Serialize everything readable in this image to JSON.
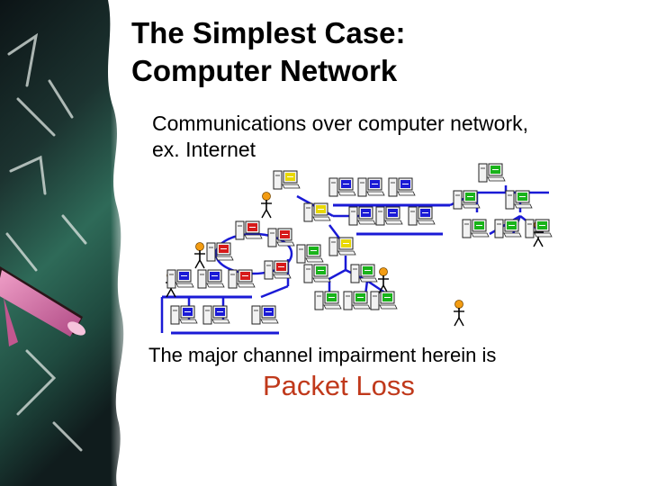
{
  "slide": {
    "title_line1": "The Simplest Case:",
    "title_line2": "Computer Network",
    "subtitle_line1": "Communications over computer network,",
    "subtitle_line2": "ex. Internet",
    "caption": "The major channel impairment herein is",
    "highlight": "Packet Loss",
    "highlight_color": "#c0391b"
  },
  "network": {
    "nodes": [
      {
        "id": "y1",
        "group": "yellow"
      },
      {
        "id": "y2",
        "group": "yellow"
      },
      {
        "id": "y3",
        "group": "yellow"
      },
      {
        "id": "b1",
        "group": "blue"
      },
      {
        "id": "b2",
        "group": "blue"
      },
      {
        "id": "b3",
        "group": "blue"
      },
      {
        "id": "b4",
        "group": "blue"
      },
      {
        "id": "b5",
        "group": "blue"
      },
      {
        "id": "b6",
        "group": "blue"
      },
      {
        "id": "b7",
        "group": "blue"
      },
      {
        "id": "b8",
        "group": "blue"
      },
      {
        "id": "b9",
        "group": "blue"
      },
      {
        "id": "b10",
        "group": "blue"
      },
      {
        "id": "b11",
        "group": "blue"
      },
      {
        "id": "r1",
        "group": "red"
      },
      {
        "id": "r2",
        "group": "red"
      },
      {
        "id": "r3",
        "group": "red"
      },
      {
        "id": "r4",
        "group": "red"
      },
      {
        "id": "r5",
        "group": "red"
      },
      {
        "id": "g1",
        "group": "green"
      },
      {
        "id": "g2",
        "group": "green"
      },
      {
        "id": "g3",
        "group": "green"
      },
      {
        "id": "g4",
        "group": "green"
      },
      {
        "id": "g5",
        "group": "green"
      },
      {
        "id": "g6",
        "group": "green"
      },
      {
        "id": "g7",
        "group": "green"
      },
      {
        "id": "g8",
        "group": "green"
      },
      {
        "id": "g9",
        "group": "green"
      },
      {
        "id": "g10",
        "group": "green"
      },
      {
        "id": "g11",
        "group": "green"
      },
      {
        "id": "g12",
        "group": "green"
      }
    ],
    "colors": {
      "blue": "#1a1ad6",
      "red": "#d61a1a",
      "green": "#19b31a",
      "yellow": "#e8d800"
    }
  }
}
